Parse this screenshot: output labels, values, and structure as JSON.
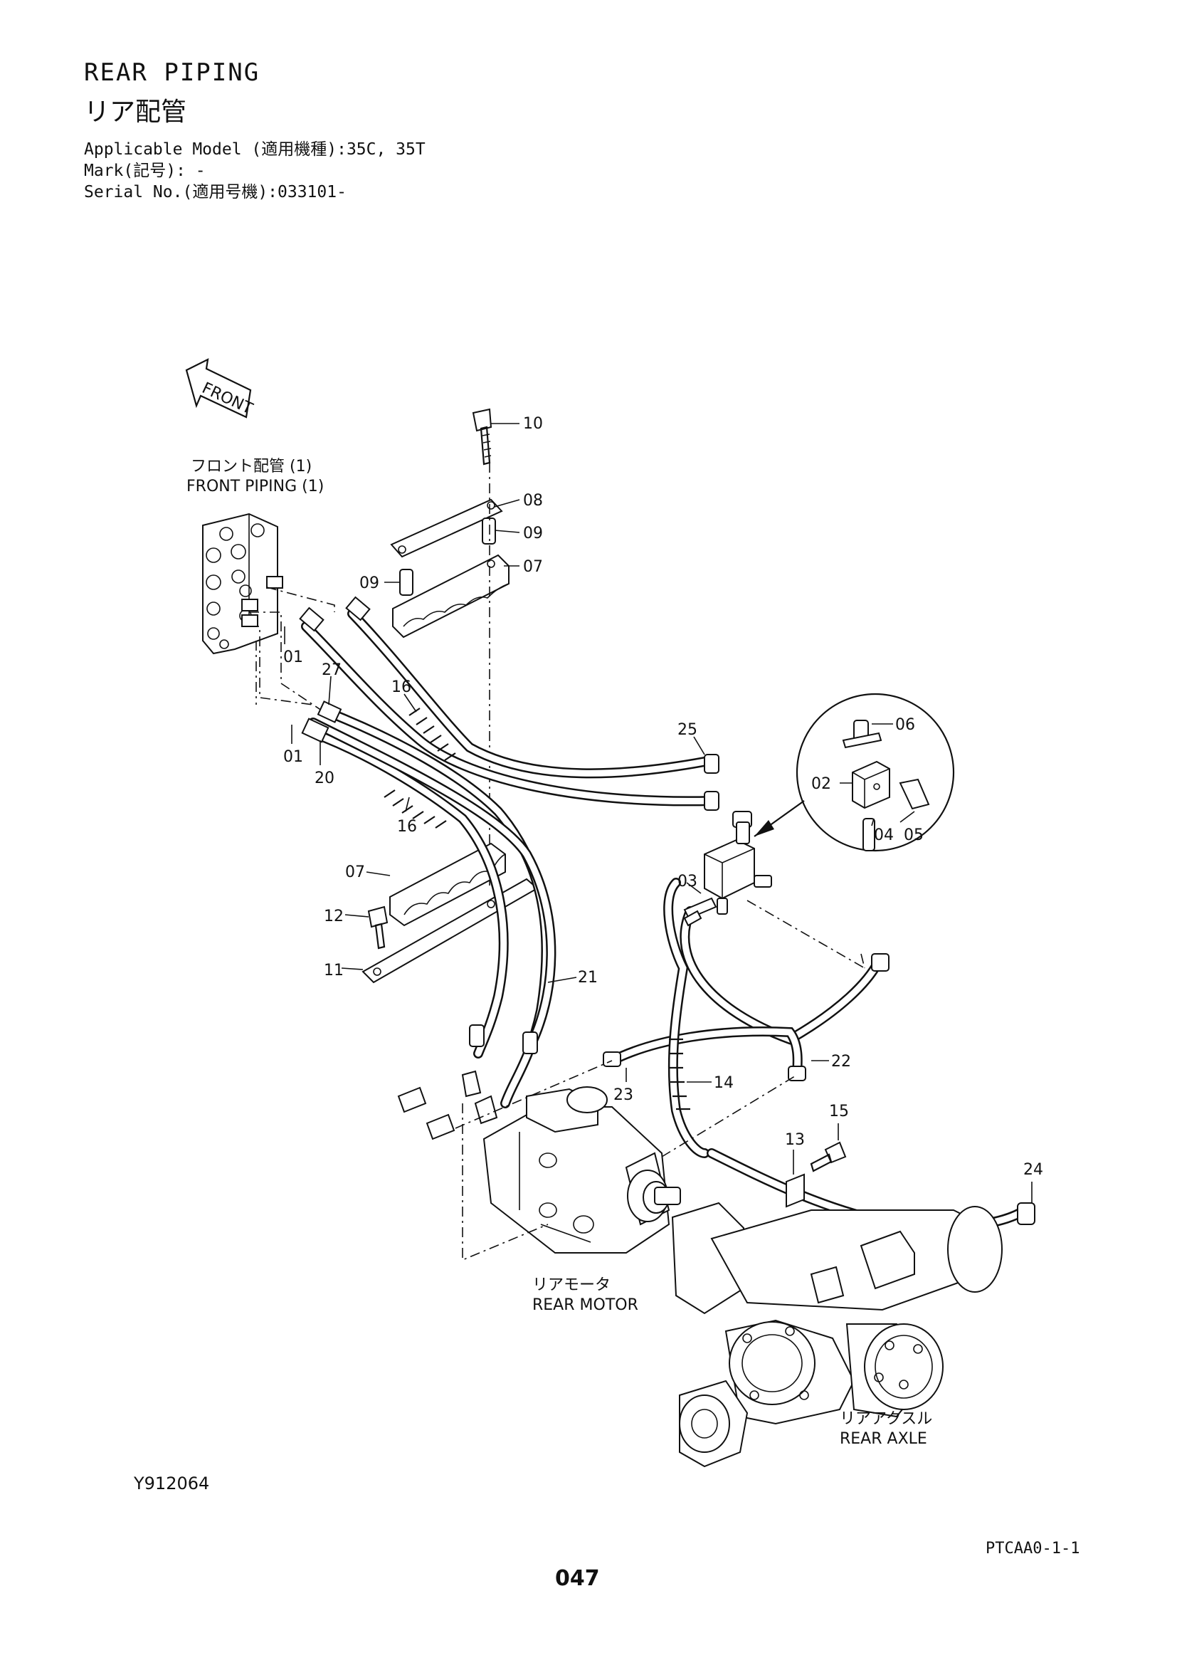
{
  "header": {
    "title_en": "REAR PIPING",
    "title_jp": "リア配管",
    "applicable_model": "Applicable Model (適用機種):35C, 35T",
    "mark": "Mark(記号): -",
    "serial": "Serial No.(適用号機):033101-"
  },
  "labels": {
    "front_arrow": "FRONT",
    "front_piping_jp": "フロント配管 (1)",
    "front_piping_en": "FRONT PIPING (1)",
    "rear_motor_jp": "リアモータ",
    "rear_motor_en": "REAR MOTOR",
    "rear_axle_jp": "リアアクスル",
    "rear_axle_en": "REAR AXLE"
  },
  "callouts": {
    "c10": "10",
    "c08": "08",
    "c09a": "09",
    "c07a": "07",
    "c09b": "09",
    "c01a": "01",
    "c27": "27",
    "c16a": "16",
    "c01b": "01",
    "c20": "20",
    "c16b": "16",
    "c25": "25",
    "c06": "06",
    "c02": "02",
    "c04": "04",
    "c05": "05",
    "c03": "03",
    "c07b": "07",
    "c12": "12",
    "c11": "11",
    "c21": "21",
    "c22": "22",
    "c23": "23",
    "c14": "14",
    "c15": "15",
    "c13": "13",
    "c24": "24"
  },
  "footer": {
    "figure_no": "Y912064",
    "page_code": "PTCAA0-1-1",
    "page_no": "047"
  }
}
